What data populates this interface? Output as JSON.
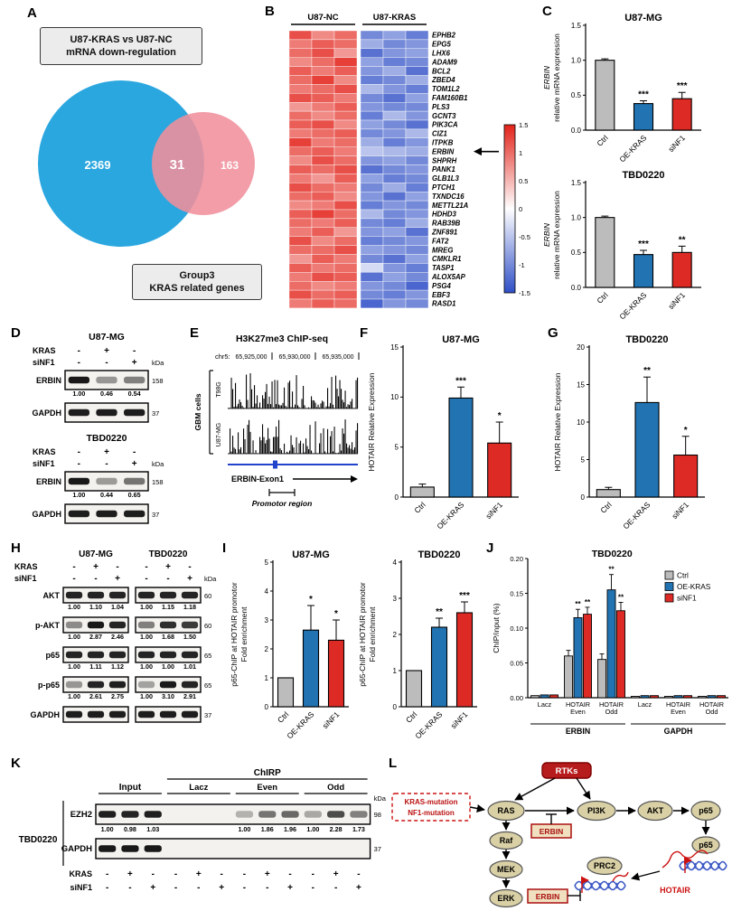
{
  "letters": {
    "A": "A",
    "B": "B",
    "C": "C",
    "D": "D",
    "E": "E",
    "F": "F",
    "G": "G",
    "H": "H",
    "I": "I",
    "J": "J",
    "K": "K",
    "L": "L"
  },
  "panel_a": {
    "top_box": [
      "U87-KRAS vs U87-NC",
      "mRNA down-regulation"
    ],
    "bottom_box": [
      "Group3",
      "KRAS related genes"
    ]
  },
  "chart_data": [
    {
      "id": "venn_a",
      "type": "venn",
      "left_label": "U87-KRAS vs U87-NC mRNA down-regulation",
      "right_label": "Group3 KRAS related genes",
      "left_count": "2369",
      "overlap_count": "31",
      "right_count": "163",
      "left_color": "#2ba7df",
      "right_color": "#f0909c"
    },
    {
      "id": "heatmap_b",
      "type": "heatmap",
      "groups": [
        "U87-NC",
        "U87-KRAS"
      ],
      "highlight_gene": "ERBIN",
      "high_color": "#e2231a",
      "low_color": "#2f4fc6",
      "colorbar_ticks": [
        "1.5",
        "1",
        "0.5",
        "0",
        "-0.5",
        "-1",
        "-1.5"
      ],
      "genes": [
        "EPHB2",
        "EPG5",
        "LHX6",
        "ADAM9",
        "BCL2",
        "ZBED4",
        "TOM1L2",
        "FAM160B1",
        "PLS3",
        "GCNT3",
        "PIK3CA",
        "CIZ1",
        "ITPKB",
        "ERBIN",
        "SHPRH",
        "PANK1",
        "GLB1L3",
        "PTCH1",
        "TXNDC16",
        "METTL21A",
        "HDHD3",
        "RAB39B",
        "ZNF891",
        "FAT2",
        "MREG",
        "CMKLR1",
        "TASP1",
        "ALOX5AP",
        "PSG4",
        "EBF3",
        "RASD1"
      ],
      "values": [
        [
          1.2,
          0.8,
          1.0,
          -1.0,
          -0.8,
          -1.1
        ],
        [
          0.9,
          1.1,
          1.0,
          -0.7,
          -1.0,
          -0.9
        ],
        [
          1.0,
          1.2,
          0.7,
          -1.2,
          -0.9,
          -0.8
        ],
        [
          0.8,
          1.0,
          1.3,
          -0.8,
          -1.1,
          -1.0
        ],
        [
          1.1,
          0.9,
          1.1,
          -0.9,
          -0.7,
          -1.2
        ],
        [
          1.0,
          1.3,
          0.8,
          -1.1,
          -1.0,
          -0.7
        ],
        [
          0.9,
          1.0,
          1.2,
          -0.6,
          -0.9,
          -1.1
        ],
        [
          1.2,
          1.1,
          0.9,
          -1.0,
          -1.2,
          -0.8
        ],
        [
          0.7,
          0.9,
          1.1,
          -0.9,
          -1.0,
          -1.0
        ],
        [
          1.0,
          0.8,
          1.0,
          -1.1,
          -0.6,
          -0.9
        ],
        [
          1.1,
          1.2,
          0.8,
          -0.8,
          -1.0,
          -1.2
        ],
        [
          0.9,
          1.0,
          1.1,
          -1.0,
          -0.9,
          -0.6
        ],
        [
          1.3,
          0.9,
          1.0,
          -0.7,
          -1.1,
          -0.9
        ],
        [
          1.0,
          1.1,
          0.9,
          -0.5,
          -0.6,
          -0.7
        ],
        [
          0.8,
          1.2,
          1.0,
          -0.9,
          -0.8,
          -1.0
        ],
        [
          1.1,
          1.0,
          1.2,
          -1.2,
          -1.0,
          -0.9
        ],
        [
          0.9,
          0.7,
          1.1,
          -0.8,
          -1.1,
          -1.0
        ],
        [
          1.2,
          1.0,
          0.9,
          -1.0,
          -0.7,
          -1.1
        ],
        [
          1.0,
          1.1,
          0.8,
          -0.9,
          -1.2,
          -0.8
        ],
        [
          0.8,
          0.9,
          1.2,
          -1.1,
          -0.9,
          -1.0
        ],
        [
          1.1,
          1.3,
          1.0,
          -0.6,
          -1.0,
          -0.9
        ],
        [
          1.0,
          0.9,
          1.1,
          -1.0,
          -1.1,
          -0.7
        ],
        [
          0.9,
          1.1,
          0.7,
          -0.9,
          -0.8,
          -1.2
        ],
        [
          1.2,
          0.8,
          1.0,
          -1.1,
          -1.0,
          -0.9
        ],
        [
          1.0,
          1.0,
          1.2,
          -0.8,
          -0.9,
          -1.0
        ],
        [
          0.7,
          1.1,
          0.9,
          -1.0,
          -1.2,
          -0.8
        ],
        [
          1.1,
          0.9,
          1.0,
          -0.3,
          -0.9,
          -1.1
        ],
        [
          0.9,
          1.2,
          1.1,
          -1.2,
          -0.8,
          -1.0
        ],
        [
          1.0,
          0.8,
          0.9,
          -0.9,
          -1.0,
          -1.3
        ],
        [
          1.2,
          1.0,
          1.1,
          -1.0,
          -1.1,
          -0.9
        ],
        [
          0.9,
          1.1,
          1.0,
          -1.3,
          -0.9,
          -1.0
        ]
      ]
    },
    {
      "id": "bar_c_top",
      "type": "bar",
      "title": "U87-MG",
      "ylabel_lines": [
        "ERBIN",
        "relative mRNA expression"
      ],
      "ylabel_italic": true,
      "categories": [
        "Ctrl",
        "OE-KRAS",
        "siNF1"
      ],
      "values": [
        1.0,
        0.38,
        0.45
      ],
      "errors": [
        0.02,
        0.04,
        0.09
      ],
      "sig": [
        "",
        "***",
        "***"
      ],
      "ylim": [
        0,
        1.5
      ],
      "yticks": [
        0,
        0.5,
        1.0,
        1.5
      ],
      "ytick_labels": [
        "0.0",
        "0.5",
        "1.0",
        "1.5"
      ],
      "colors": [
        "#bcbcbc",
        "#2173b2",
        "#dd2a25"
      ]
    },
    {
      "id": "bar_c_bottom",
      "type": "bar",
      "title": "TBD0220",
      "ylabel_lines": [
        "ERBIN",
        "relative mRNA expression"
      ],
      "ylabel_italic": true,
      "categories": [
        "Ctrl",
        "OE-KRAS",
        "siNF1"
      ],
      "values": [
        1.0,
        0.47,
        0.5
      ],
      "errors": [
        0.02,
        0.06,
        0.09
      ],
      "sig": [
        "",
        "***",
        "**"
      ],
      "ylim": [
        0,
        1.5
      ],
      "yticks": [
        0,
        0.5,
        1.0,
        1.5
      ],
      "ytick_labels": [
        "0.0",
        "0.5",
        "1.0",
        "1.5"
      ],
      "colors": [
        "#bcbcbc",
        "#2173b2",
        "#dd2a25"
      ]
    },
    {
      "id": "tracks_e",
      "type": "coverage",
      "title": "H3K27me3 ChIP-seq",
      "chrom": "chr5:",
      "positions": [
        "65,925,000",
        "65,930,000",
        "65,935,000"
      ],
      "side_label": "GBM cells",
      "tracks": [
        "T98G",
        "U87-MG"
      ],
      "gene_label": "ERBIN-Exon1",
      "region_label": "Promotor region"
    },
    {
      "id": "bar_f",
      "type": "bar",
      "title": "U87-MG",
      "ylabel_lines": [
        "HOTAIR Relative Expression"
      ],
      "categories": [
        "Ctrl",
        "OE-KRAS",
        "siNF1"
      ],
      "values": [
        1.0,
        9.9,
        5.4
      ],
      "errors": [
        0.3,
        1.1,
        2.1
      ],
      "sig": [
        "",
        "***",
        "*"
      ],
      "ylim": [
        0,
        15
      ],
      "yticks": [
        0,
        5,
        10,
        15
      ],
      "ytick_labels": [
        "0",
        "5",
        "10",
        "15"
      ],
      "colors": [
        "#bcbcbc",
        "#2173b2",
        "#dd2a25"
      ]
    },
    {
      "id": "bar_g",
      "type": "bar",
      "title": "TBD0220",
      "ylabel_lines": [
        "HOTAIR Relative Expression"
      ],
      "categories": [
        "Ctrl",
        "OE-KRAS",
        "siNF1"
      ],
      "values": [
        1.0,
        12.6,
        5.6
      ],
      "errors": [
        0.3,
        3.4,
        2.5
      ],
      "sig": [
        "",
        "**",
        "*"
      ],
      "ylim": [
        0,
        20
      ],
      "yticks": [
        0,
        5,
        10,
        15,
        20
      ],
      "ytick_labels": [
        "0",
        "5",
        "10",
        "15",
        "20"
      ],
      "colors": [
        "#bcbcbc",
        "#2173b2",
        "#dd2a25"
      ]
    },
    {
      "id": "bar_i_left",
      "type": "bar",
      "title": "U87-MG",
      "ylabel_lines": [
        "p65-ChIP at HOTAIR promotor",
        "Fold enrichment"
      ],
      "categories": [
        "Ctrl",
        "OE-KRAS",
        "siNF1"
      ],
      "values": [
        1.0,
        2.65,
        2.3
      ],
      "errors": [
        0,
        0.85,
        0.7
      ],
      "sig": [
        "",
        "*",
        "*"
      ],
      "ylim": [
        0,
        5
      ],
      "yticks": [
        0,
        1,
        2,
        3,
        4,
        5
      ],
      "ytick_labels": [
        "0",
        "1",
        "2",
        "3",
        "4",
        "5"
      ],
      "colors": [
        "#bcbcbc",
        "#2173b2",
        "#dd2a25"
      ]
    },
    {
      "id": "bar_i_right",
      "type": "bar",
      "title": "TBD0220",
      "ylabel_lines": [
        "p65-ChIP at HOTAIR promotor",
        "Fold enrichment"
      ],
      "categories": [
        "Ctrl",
        "OE-KRAS",
        "siNF1"
      ],
      "values": [
        1.0,
        2.2,
        2.6
      ],
      "errors": [
        0,
        0.25,
        0.3
      ],
      "sig": [
        "",
        "**",
        "***"
      ],
      "ylim": [
        0,
        4
      ],
      "yticks": [
        0,
        1,
        2,
        3,
        4
      ],
      "ytick_labels": [
        "0",
        "1",
        "2",
        "3",
        "4"
      ],
      "colors": [
        "#bcbcbc",
        "#2173b2",
        "#dd2a25"
      ]
    },
    {
      "id": "grouped_j",
      "type": "grouped-bar",
      "title": "TBD0220",
      "ylabel": "ChIP/input (%)",
      "ylim": [
        0,
        0.2
      ],
      "yticks": [
        0,
        0.05,
        0.1,
        0.15,
        0.2
      ],
      "ytick_labels": [
        "0.00",
        "0.05",
        "0.10",
        "0.15",
        "0.20"
      ],
      "series": [
        {
          "name": "Ctrl",
          "color": "#bcbcbc"
        },
        {
          "name": "OE-KRAS",
          "color": "#2173b2"
        },
        {
          "name": "siNF1",
          "color": "#dd2a25"
        }
      ],
      "sections": [
        "ERBIN",
        "GAPDH"
      ],
      "groups": [
        {
          "label": "Lacz",
          "section": "ERBIN",
          "values": [
            0.003,
            0.004,
            0.004
          ],
          "errors": [
            0.001,
            0.001,
            0.001
          ],
          "sig": [
            "",
            "",
            ""
          ]
        },
        {
          "label": "HOTAIR|Even",
          "section": "ERBIN",
          "values": [
            0.06,
            0.115,
            0.12
          ],
          "errors": [
            0.008,
            0.012,
            0.01
          ],
          "sig": [
            "",
            "**",
            "**"
          ]
        },
        {
          "label": "HOTAIR|Odd",
          "section": "ERBIN",
          "values": [
            0.055,
            0.155,
            0.125
          ],
          "errors": [
            0.008,
            0.022,
            0.012
          ],
          "sig": [
            "",
            "**",
            "**"
          ]
        },
        {
          "label": "Lacz",
          "section": "GAPDH",
          "values": [
            0.002,
            0.003,
            0.003
          ],
          "errors": [
            0.001,
            0.001,
            0.001
          ],
          "sig": [
            "",
            "",
            ""
          ]
        },
        {
          "label": "HOTAIR|Even",
          "section": "GAPDH",
          "values": [
            0.002,
            0.003,
            0.003
          ],
          "errors": [
            0.001,
            0.001,
            0.001
          ],
          "sig": [
            "",
            "",
            ""
          ]
        },
        {
          "label": "HOTAIR|Odd",
          "section": "GAPDH",
          "values": [
            0.002,
            0.003,
            0.003
          ],
          "errors": [
            0.001,
            0.001,
            0.001
          ],
          "sig": [
            "",
            "",
            ""
          ]
        }
      ]
    }
  ],
  "blots": {
    "row_labels": {
      "kras": "KRAS",
      "sinf1": "siNF1",
      "kda": "kDa"
    },
    "panel_d": {
      "blots": [
        {
          "title": "U87-MG",
          "kras": [
            "-",
            "+",
            "-"
          ],
          "sinf1": [
            "-",
            "-",
            "+"
          ],
          "bands": [
            {
              "label": "ERBIN",
              "kda": "158",
              "intens": [
                0.95,
                0.4,
                0.5
              ],
              "values": [
                "1.00",
                "0.46",
                "0.54"
              ]
            },
            {
              "label": "GAPDH",
              "kda": "37",
              "intens": [
                0.93,
                0.93,
                0.93
              ],
              "values": null
            }
          ]
        },
        {
          "title": "TBD0220",
          "kras": [
            "-",
            "+",
            "-"
          ],
          "sinf1": [
            "-",
            "-",
            "+"
          ],
          "bands": [
            {
              "label": "ERBIN",
              "kda": "158",
              "intens": [
                0.95,
                0.38,
                0.55
              ],
              "values": [
                "1.00",
                "0.44",
                "0.65"
              ]
            },
            {
              "label": "GAPDH",
              "kda": "37",
              "intens": [
                0.93,
                0.93,
                0.93
              ],
              "values": null
            }
          ]
        }
      ]
    },
    "panel_h": {
      "titles": [
        "U87-MG",
        "TBD0220"
      ],
      "kras": [
        [
          "-",
          "+",
          "-"
        ],
        [
          "-",
          "+",
          "-"
        ]
      ],
      "sinf1": [
        [
          "-",
          "-",
          "+"
        ],
        [
          "-",
          "-",
          "+"
        ]
      ],
      "rows": [
        {
          "label": "AKT",
          "kda": "60",
          "u87": {
            "intens": [
              0.9,
              0.9,
              0.9
            ],
            "values": [
              "1.00",
              "1.10",
              "1.04"
            ]
          },
          "tbd": {
            "intens": [
              0.9,
              0.9,
              0.9
            ],
            "values": [
              "1.00",
              "1.15",
              "1.18"
            ]
          }
        },
        {
          "label": "p-AKT",
          "kda": "60",
          "u87": {
            "intens": [
              0.45,
              0.95,
              0.9
            ],
            "values": [
              "1.00",
              "2.87",
              "2.46"
            ]
          },
          "tbd": {
            "intens": [
              0.5,
              0.85,
              0.8
            ],
            "values": [
              "1.00",
              "1.68",
              "1.50"
            ]
          }
        },
        {
          "label": "p65",
          "kda": "65",
          "u87": {
            "intens": [
              0.9,
              0.9,
              0.9
            ],
            "values": [
              "1.00",
              "1.11",
              "1.12"
            ]
          },
          "tbd": {
            "intens": [
              0.9,
              0.9,
              0.9
            ],
            "values": [
              "1.00",
              "1.00",
              "1.01"
            ]
          }
        },
        {
          "label": "p-p65",
          "kda": "65",
          "u87": {
            "intens": [
              0.4,
              0.9,
              0.92
            ],
            "values": [
              "1.00",
              "2.61",
              "2.75"
            ]
          },
          "tbd": {
            "intens": [
              0.35,
              0.95,
              0.9
            ],
            "values": [
              "1.00",
              "3.10",
              "2.91"
            ]
          }
        },
        {
          "label": "GAPDH",
          "kda": "37",
          "u87": {
            "intens": [
              0.93,
              0.93,
              0.93
            ],
            "values": null
          },
          "tbd": {
            "intens": [
              0.93,
              0.93,
              0.93
            ],
            "values": null
          }
        }
      ]
    },
    "panel_k": {
      "cell_line": "TBD0220",
      "headers": {
        "input": "Input",
        "chirp": "ChIRP",
        "groups": [
          "Lacz",
          "Even",
          "Odd"
        ],
        "kda": "kDa"
      },
      "rows": [
        {
          "label": "EZH2",
          "kda": "98",
          "intens": [
            0.92,
            0.9,
            0.92,
            0,
            0,
            0,
            0.28,
            0.55,
            0.6,
            0.32,
            0.72,
            0.5
          ],
          "values": [
            "1.00",
            "0.98",
            "1.03",
            "",
            "",
            "",
            "1.00",
            "1.86",
            "1.96",
            "1.00",
            "2.28",
            "1.73"
          ]
        },
        {
          "label": "GAPDH",
          "kda": "37",
          "intens": [
            0.95,
            0.95,
            0.95,
            0,
            0,
            0,
            0,
            0,
            0,
            0,
            0,
            0
          ],
          "values": null
        }
      ],
      "kras": [
        "-",
        "+",
        "-",
        "-",
        "+",
        "-",
        "-",
        "+",
        "-",
        "-",
        "+",
        "-"
      ],
      "sinf1": [
        "-",
        "-",
        "+",
        "-",
        "-",
        "+",
        "-",
        "-",
        "+",
        "-",
        "-",
        "+"
      ]
    }
  },
  "pathway": {
    "rtks": "RTKs",
    "mutation_lines": [
      "KRAS-mutation",
      "NF1-mutation"
    ],
    "ras": "RAS",
    "pi3k": "PI3K",
    "akt": "AKT",
    "p65": "p65",
    "raf": "Raf",
    "mek": "MEK",
    "erk": "ERK",
    "erbin": "ERBIN",
    "p65b": "p65",
    "prc2": "PRC2",
    "hotair": "HOTAIR",
    "erbin2": "ERBIN"
  }
}
